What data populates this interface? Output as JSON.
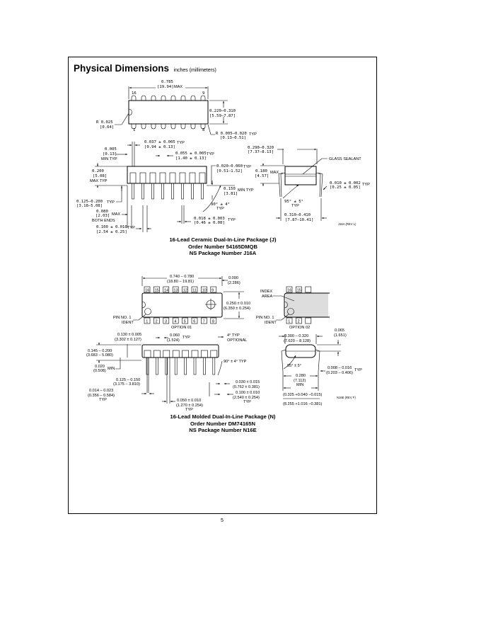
{
  "page": {
    "heading": "Physical Dimensions",
    "heading_units": "inches (millimeters)",
    "page_number": "5"
  },
  "package_j": {
    "caption_lines": [
      "16-Lead Ceramic Dual-In-Line Package (J)",
      "Order Number 54165DMQB",
      "NS Package Number J16A"
    ],
    "drawing_ref": "J16A (REV L)",
    "top_view": {
      "pin_labels": [
        "16",
        "9",
        "1",
        "8"
      ],
      "length": [
        "0.785",
        "[19.94]",
        "MAX"
      ],
      "width": [
        "0.220–0.310",
        "[5.59–7.87]"
      ],
      "notch_radius": [
        "R 0.025",
        "[0.64]"
      ],
      "corner_radius": [
        "R 0.005–0.020",
        "[0.13–0.51]",
        "TYP"
      ]
    },
    "side_view": {
      "lead_shoulder": [
        "0.037 ± 0.005",
        "[0.94 ± 0.13]",
        "TYP"
      ],
      "lead_gap": [
        "0.005",
        "[0.13]",
        "MIN TYP"
      ],
      "lead_shoulder_width": [
        "0.055 ± 0.005",
        "[1.40 ± 0.13]",
        "TYP"
      ],
      "body_height": [
        "0.200",
        "[5.08]",
        "MAX TYP"
      ],
      "seating_offset": [
        "0.020–0.060",
        "[0.51–1.52]",
        "TYP"
      ],
      "lead_length": [
        "0.150",
        "[3.81]",
        "MIN TYP"
      ],
      "lead_angle": [
        "90° ± 4°",
        "TYP"
      ],
      "lead_tip": [
        "0.125–0.200",
        "[3.18–5.08]",
        "TYP"
      ],
      "end_gap": [
        "0.080",
        "[2.03]",
        "MAX",
        "BOTH ENDS"
      ],
      "lead_width": [
        "0.018 ± 0.003",
        "[0.46 ± 0.08]",
        "TYP"
      ],
      "pitch": [
        "0.100 ± 0.010",
        "[2.54 ± 0.25]",
        "TYP"
      ]
    },
    "end_view": {
      "body_width": [
        "0.290–0.320",
        "[7.37–8.13]"
      ],
      "glass_sealant": "GLASS SEALANT",
      "height": [
        "0.180",
        "[4.57]",
        "MAX"
      ],
      "lead_thickness": [
        "0.010 ± 0.002",
        "[0.25 ± 0.05]",
        "TYP"
      ],
      "lead_angle": [
        "95° ± 5°",
        "TYP"
      ],
      "lead_span": [
        "0.310–0.410",
        "[7.87–10.41]"
      ]
    }
  },
  "package_n": {
    "caption_lines": [
      "16-Lead Molded Dual-In-Line Package (N)",
      "Order Number DM74165N",
      "NS Package Number N16E"
    ],
    "drawing_ref": "N16E (REV F)",
    "top_view": {
      "pins_top": [
        "16",
        "15",
        "14",
        "13",
        "12",
        "11",
        "10",
        "9"
      ],
      "pins_bottom": [
        "1",
        "2",
        "3",
        "4",
        "5",
        "6",
        "7",
        "8"
      ],
      "length": [
        "0.740 – 0.780",
        "(18.80 – 19.81)"
      ],
      "end_offset": [
        "0.090",
        "(2.286)"
      ],
      "width": [
        "0.250 ± 0.010",
        "(6.350 ± 0.254)"
      ],
      "pin1_label": [
        "PIN NO. 1",
        "IDENT"
      ],
      "option_label": "OPTION 01"
    },
    "option_02": {
      "pins_top": [
        "16",
        "15"
      ],
      "pins_bottom": [
        "1",
        "2"
      ],
      "index_label": [
        "INDEX",
        "AREA"
      ],
      "pin1_label": [
        "PIN NO. 1",
        "IDENT"
      ],
      "option_label": "OPTION 02"
    },
    "side_view": {
      "body_height": [
        "0.130 ± 0.005",
        "(3.302 ± 0.127)"
      ],
      "shoulder": [
        "0.060",
        "(1.524)",
        "TYP"
      ],
      "draft": [
        "4° TYP",
        "OPTIONAL"
      ],
      "overall_height": [
        "0.145 – 0.200",
        "(3.683 – 5.080)"
      ],
      "standoff": [
        "0.020",
        "(0.508)",
        "MIN"
      ],
      "lead_angle": [
        "90° ± 4° TYP"
      ],
      "lead_length": [
        "0.125 – 0.150",
        "(3.175 – 3.810)"
      ],
      "lead_width": [
        "0.014 – 0.023",
        "(0.356 – 0.584)",
        "TYP"
      ],
      "shoulder_width": [
        "0.050 ± 0.010",
        "(1.270 ± 0.254)",
        "TYP"
      ],
      "tip_width": [
        "0.030 ± 0.015",
        "(0.762 ± 0.381)"
      ],
      "pitch": [
        "0.100 ± 0.010",
        "(2.540 ± 0.254)",
        "TYP"
      ]
    },
    "end_view": {
      "body_width": [
        "0.300 – 0.320",
        "(7.620 – 8.128)"
      ],
      "top_offset": [
        "0.065",
        "(1.651)"
      ],
      "lead_angle": [
        "95° ± 5°"
      ],
      "lead_thickness": [
        "0.008 – 0.016",
        "(0.203 – 0.406)",
        "TYP"
      ],
      "min_span": [
        "0.280",
        "(7.112)",
        "MIN"
      ],
      "lead_span": [
        "(0.325 +0.040 −0.015)",
        "(8.255 +1.016 −0.381)"
      ]
    }
  }
}
